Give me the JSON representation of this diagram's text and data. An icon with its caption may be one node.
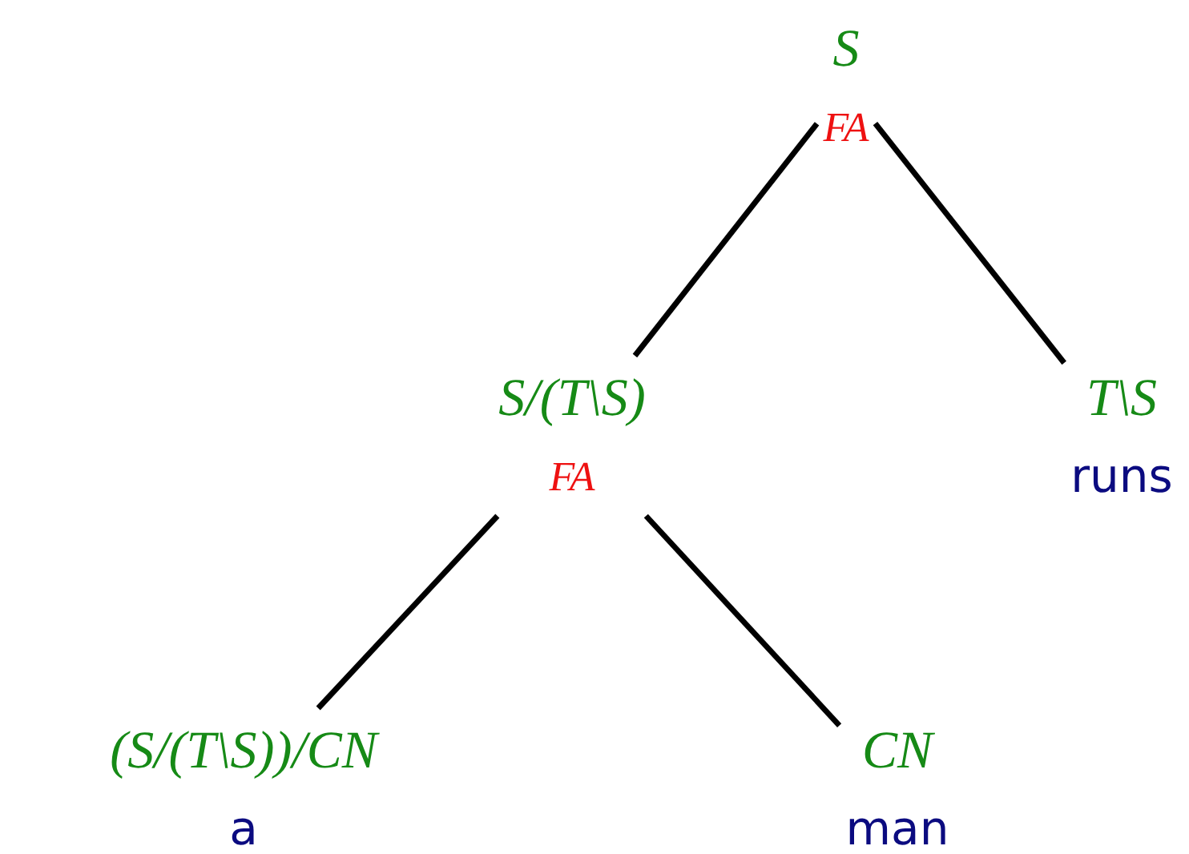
{
  "diagram": {
    "nodes": [
      {
        "text": [
          "S",
          "FA"
        ]
      },
      {
        "text": [
          "S/(T\\S)",
          "FA"
        ]
      },
      {
        "text": [
          "T\\S",
          "runs"
        ]
      },
      {
        "text": [
          "(S/(T\\S))/CN",
          "a"
        ]
      },
      {
        "text": [
          "CN",
          "man"
        ]
      }
    ],
    "edges": [
      {
        "from": 0,
        "to": 1,
        "arrow": "none"
      },
      {
        "from": 0,
        "to": 2,
        "arrow": "none"
      },
      {
        "from": 1,
        "to": 3,
        "arrow": "none"
      },
      {
        "from": 1,
        "to": 4,
        "arrow": "none"
      }
    ]
  }
}
